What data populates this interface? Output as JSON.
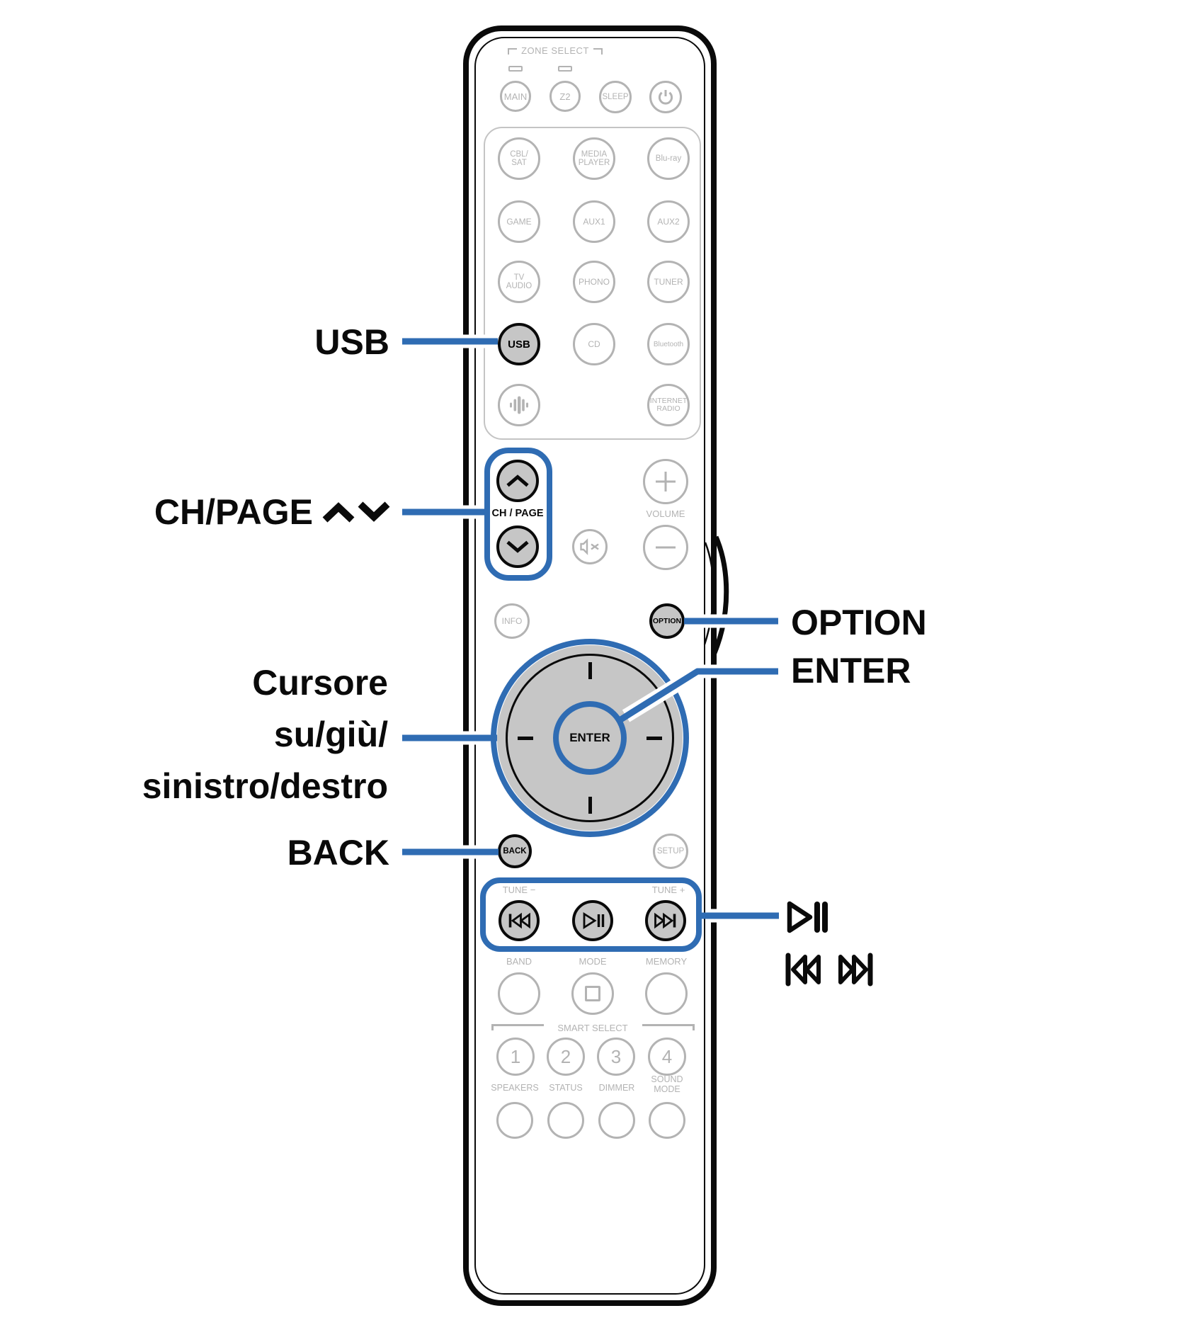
{
  "accent_color": "#2f6cb3",
  "remote": {
    "zone_select_label": "ZONE SELECT",
    "zone_buttons": [
      {
        "label": "MAIN"
      },
      {
        "label": "Z2"
      },
      {
        "label": "SLEEP"
      }
    ],
    "sources": [
      {
        "label": "CBL/\nSAT"
      },
      {
        "label": "MEDIA\nPLAYER"
      },
      {
        "label": "Blu-ray"
      },
      {
        "label": "GAME"
      },
      {
        "label": "AUX1"
      },
      {
        "label": "AUX2"
      },
      {
        "label": "TV\nAUDIO"
      },
      {
        "label": "PHONO"
      },
      {
        "label": "TUNER"
      },
      {
        "label": "USB"
      },
      {
        "label": "CD"
      },
      {
        "label": "Bluetooth"
      },
      {
        "label": "INTERNET\nRADIO"
      }
    ],
    "ch_page_label": "CH / PAGE",
    "volume_label": "VOLUME",
    "info_label": "INFO",
    "option_label": "OPTION",
    "enter_label": "ENTER",
    "back_label": "BACK",
    "setup_label": "SETUP",
    "tune_minus_label": "TUNE −",
    "tune_plus_label": "TUNE +",
    "band_label": "BAND",
    "mode_label": "MODE",
    "memory_label": "MEMORY",
    "smart_select_label": "SMART SELECT",
    "smart_select_numbers": [
      "1",
      "2",
      "3",
      "4"
    ],
    "bottom_labels": [
      "SPEAKERS",
      "STATUS",
      "DIMMER",
      "SOUND\nMODE"
    ]
  },
  "callouts": {
    "usb": "USB",
    "ch_page": "CH/PAGE",
    "cursor": "Cursore\nsu/giù/\nsinistro/destro",
    "back": "BACK",
    "option": "OPTION",
    "enter": "ENTER"
  }
}
